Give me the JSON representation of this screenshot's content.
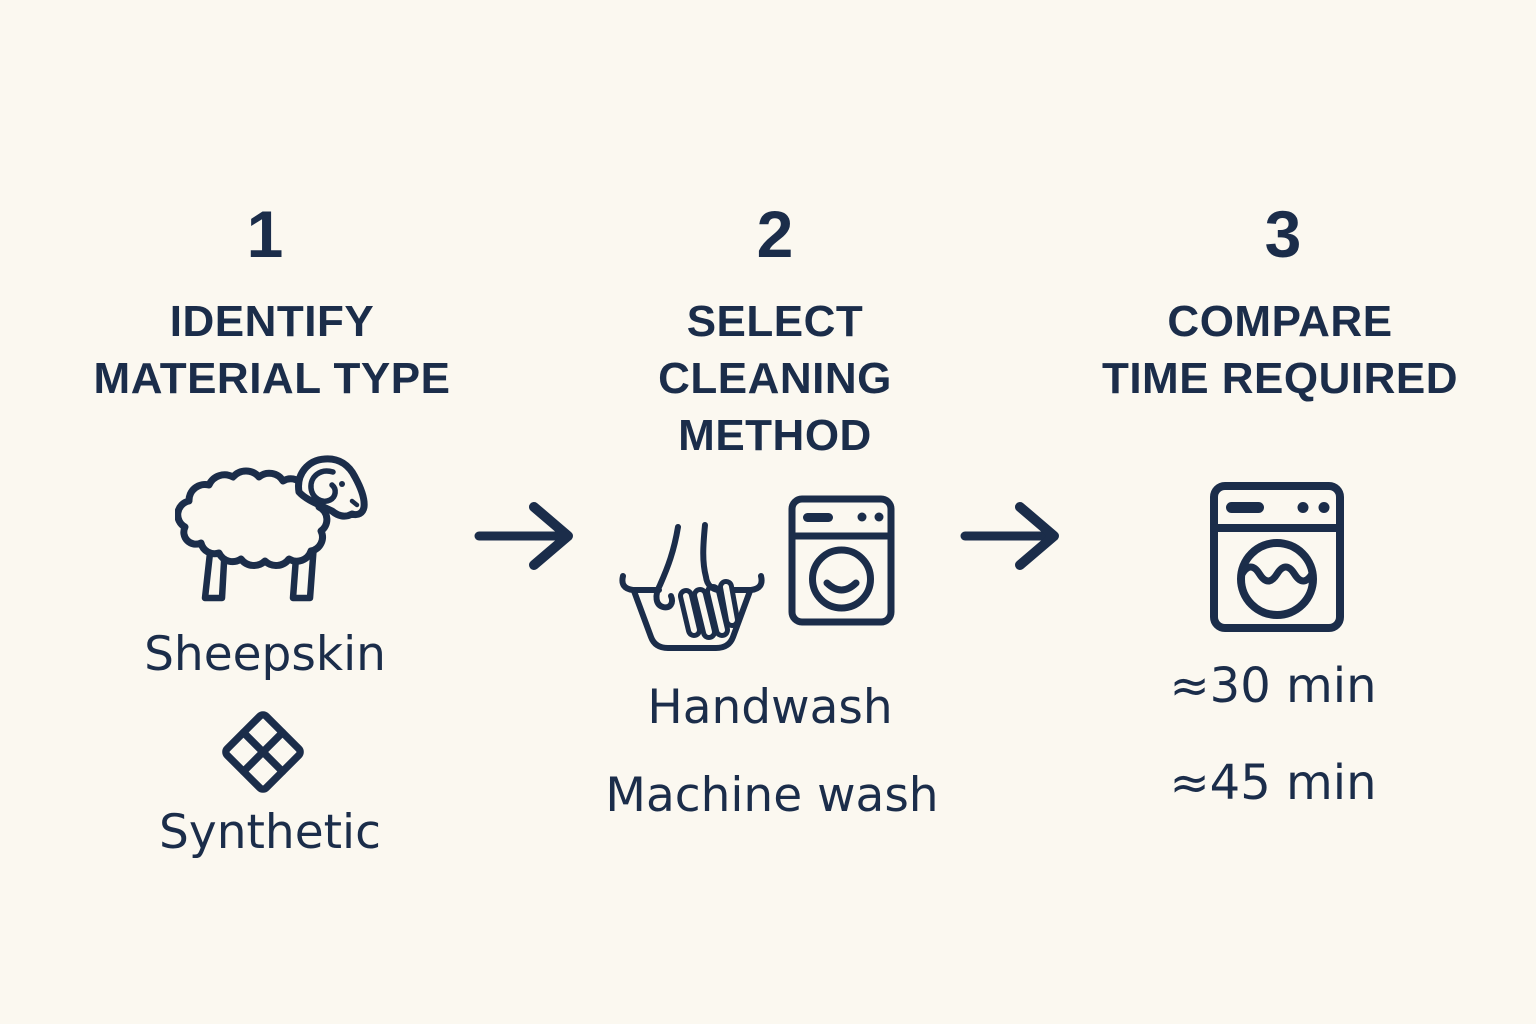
{
  "colors": {
    "background": "#fbf8f0",
    "ink": "#1b2d4a"
  },
  "steps": [
    {
      "number": "1",
      "title_lines": [
        "IDENTIFY",
        "MATERIAL TYPE"
      ],
      "materials": [
        {
          "icon": "sheep-icon",
          "label": "Sheepskin"
        },
        {
          "icon": "synthetic-diamond-icon",
          "label": "Synthetic"
        }
      ]
    },
    {
      "number": "2",
      "title_lines": [
        "SELECT",
        "CLEANING",
        "METHOD"
      ],
      "methods": [
        {
          "icon": "handwash-basin-icon",
          "label": "Handwash"
        },
        {
          "icon": "washing-machine-icon",
          "label": "Machine wash"
        }
      ]
    },
    {
      "number": "3",
      "title_lines": [
        "COMPARE",
        "TIME REQUIRED"
      ],
      "icon": "washing-machine-wave-icon",
      "times": [
        {
          "value": "≈30 min"
        },
        {
          "value": "≈45 min"
        }
      ]
    }
  ],
  "connectors": [
    {
      "icon": "arrow-right-icon"
    },
    {
      "icon": "arrow-right-icon"
    }
  ]
}
